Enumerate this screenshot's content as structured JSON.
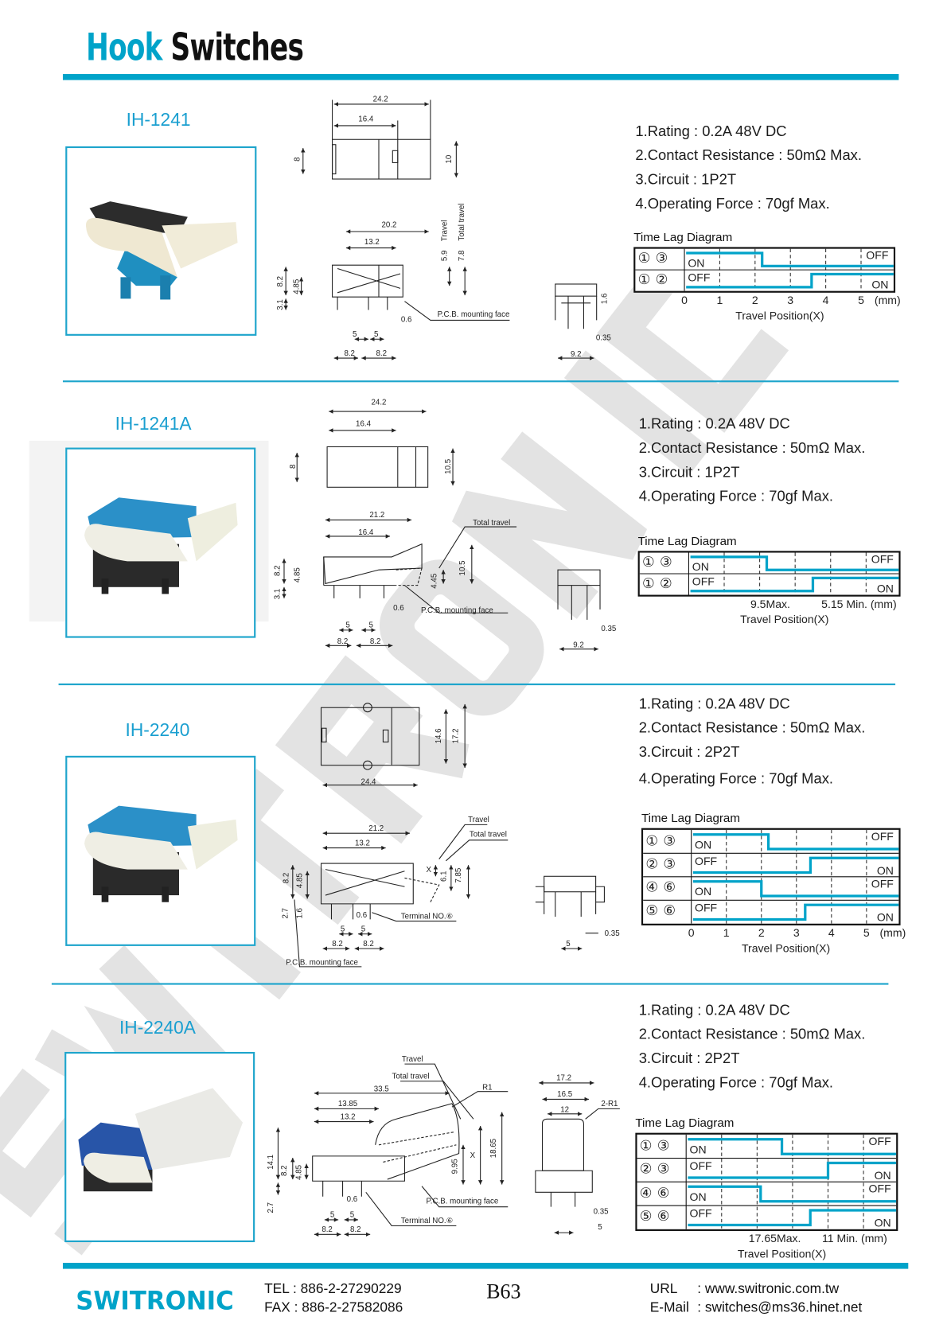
{
  "header": {
    "title_part1": "Hook",
    "title_part2": "Switches"
  },
  "watermark": "SWITRONIC",
  "products": [
    {
      "model": "IH-1241",
      "specs": [
        "1.Rating : 0.2A 48V DC",
        "2.Contact Resistance : 50mΩ Max.",
        "3.Circuit : 1P2T",
        "4.Operating Force : 70gf Max."
      ],
      "drawing_labels": [
        "24.2",
        "16.4",
        "8",
        "10",
        "20.2",
        "13.2",
        "Travel",
        "Total travel",
        "5.9",
        "7.8",
        "8.2",
        "4.85",
        "3.1",
        "0.6",
        "P.C.B. mounting face",
        "5",
        "5",
        "8.2",
        "8.2",
        "1.6",
        "0.35",
        "9.2"
      ],
      "time_lag": {
        "title": "Time Lag Diagram",
        "rows": [
          {
            "terminals": [
              "①",
              "③"
            ],
            "from": "ON",
            "to": "OFF",
            "switch_at": 2.2
          },
          {
            "terminals": [
              "①",
              "②"
            ],
            "from": "OFF",
            "to": "ON",
            "switch_at": 3.6
          }
        ],
        "axis_labels": [
          {
            "text": "0",
            "at": 0
          },
          {
            "text": "1",
            "at": 1
          },
          {
            "text": "2",
            "at": 2
          },
          {
            "text": "3",
            "at": 3
          },
          {
            "text": "4",
            "at": 4
          },
          {
            "text": "5",
            "at": 5
          },
          {
            "text": "(mm)",
            "at": 5.75
          }
        ],
        "axis_title": "Travel  Position(X)"
      }
    },
    {
      "model": "IH-1241A",
      "specs": [
        "1.Rating : 0.2A 48V DC",
        "2.Contact Resistance : 50mΩ Max.",
        "3.Circuit : 1P2T",
        "4.Operating Force : 70gf Max."
      ],
      "drawing_labels": [
        "24.2",
        "16.4",
        "8",
        "10.5",
        "21.2",
        "16.4",
        "Total travel",
        "8.2",
        "4.85",
        "3.1",
        "4.45",
        "10.5",
        "0.6",
        "P.C.B. mounting face",
        "5",
        "5",
        "8.2",
        "8.2",
        "0.35",
        "9.2"
      ],
      "time_lag": {
        "title": "Time Lag Diagram",
        "rows": [
          {
            "terminals": [
              "①",
              "③"
            ],
            "from": "ON",
            "to": "OFF",
            "switch_at": 2.2
          },
          {
            "terminals": [
              "①",
              "②"
            ],
            "from": "OFF",
            "to": "ON",
            "switch_at": 3.5
          }
        ],
        "axis_labels": [
          {
            "text": "9.5Max.",
            "at": 2.3
          },
          {
            "text": "5.15 Min. (mm)",
            "at": 4.8
          }
        ],
        "axis_title": "Travel Position(X)"
      }
    },
    {
      "model": "IH-2240",
      "specs": [
        "1.Rating : 0.2A 48V DC",
        "2.Contact Resistance : 50mΩ Max.",
        "3.Circuit : 2P2T",
        "4.Operating Force : 70gf Max."
      ],
      "drawing_labels": [
        "14.6",
        "17.2",
        "24.4",
        "21.2",
        "13.2",
        "Travel",
        "Total travel",
        "X",
        "6.1",
        "7.85",
        "8.2",
        "4.85",
        "2.7",
        "1.6",
        "0.6",
        "Terminal NO.⑥",
        "5",
        "5",
        "8.2",
        "8.2",
        "P.C.B. mounting face",
        "0.35",
        "5"
      ],
      "time_lag": {
        "title": "Time Lag Diagram",
        "rows": [
          {
            "terminals": [
              "①",
              "③"
            ],
            "from": "ON",
            "to": "OFF",
            "switch_at": 2.2
          },
          {
            "terminals": [
              "②",
              "③"
            ],
            "from": "OFF",
            "to": "ON",
            "switch_at": 3.4
          },
          {
            "terminals": [
              "④",
              "⑥"
            ],
            "from": "ON",
            "to": "OFF",
            "switch_at": 2.0
          },
          {
            "terminals": [
              "⑤",
              "⑥"
            ],
            "from": "OFF",
            "to": "ON",
            "switch_at": 3.25
          }
        ],
        "axis_labels": [
          {
            "text": "0",
            "at": 0
          },
          {
            "text": "1",
            "at": 1
          },
          {
            "text": "2",
            "at": 2
          },
          {
            "text": "3",
            "at": 3
          },
          {
            "text": "4",
            "at": 4
          },
          {
            "text": "5",
            "at": 5
          },
          {
            "text": "(mm)",
            "at": 5.75
          }
        ],
        "axis_title": "Travel  Position(X)"
      }
    },
    {
      "model": "IH-2240A",
      "specs": [
        "1.Rating : 0.2A 48V DC",
        "2.Contact Resistance : 50mΩ Max.",
        "3.Circuit : 2P2T",
        "4.Operating Force : 70gf Max."
      ],
      "drawing_labels": [
        "Travel",
        "Total travel",
        "33.5",
        "R1",
        "13.85",
        "13.2",
        "14.1",
        "8.2",
        "4.85",
        "9.95",
        "X",
        "18.65",
        "2.7",
        "0.6",
        "P.C.B. mounting face",
        "Terminal NO.⑥",
        "5",
        "5",
        "8.2",
        "8.2",
        "17.2",
        "16.5",
        "12",
        "2-R1",
        "0.35",
        "5"
      ],
      "time_lag": {
        "title": "Time Lag Diagram",
        "rows": [
          {
            "terminals": [
              "①",
              "③"
            ],
            "from": "ON",
            "to": "OFF",
            "switch_at": 2.7
          },
          {
            "terminals": [
              "②",
              "③"
            ],
            "from": "OFF",
            "to": "ON",
            "switch_at": 4.0
          },
          {
            "terminals": [
              "④",
              "⑥"
            ],
            "from": "ON",
            "to": "OFF",
            "switch_at": 2.1
          },
          {
            "terminals": [
              "⑤",
              "⑥"
            ],
            "from": "OFF",
            "to": "ON",
            "switch_at": 3.5
          }
        ],
        "axis_labels": [
          {
            "text": "17.65Max.",
            "at": 2.5
          },
          {
            "text": "11 Min. (mm)",
            "at": 4.75
          }
        ],
        "axis_title": "Travel Position(X)"
      }
    }
  ],
  "footer": {
    "logo": "SWITRONIC",
    "tel": "TEL : 886-2-27290229",
    "fax": "FAX : 886-2-27582086",
    "page": "B63",
    "url_label": "URL",
    "url": ": www.switronic.com.tw",
    "email_label": "E-Mail",
    "email": ": switches@ms36.hinet.net"
  },
  "colors": {
    "accent": "#00a3c9",
    "line": "#1ea5cc",
    "ink": "#111111"
  }
}
